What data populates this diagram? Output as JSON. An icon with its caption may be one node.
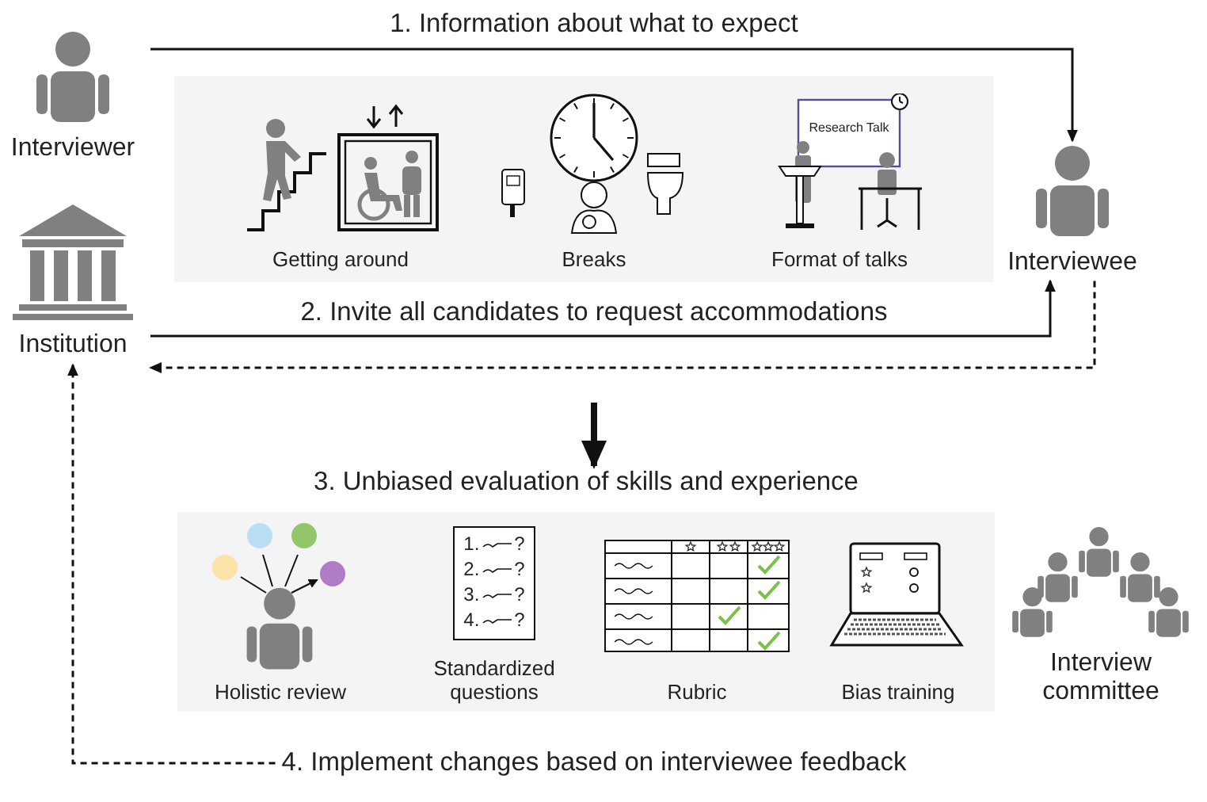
{
  "diagram": {
    "nodes": [
      {
        "text": [
          "Interviewer"
        ]
      },
      {
        "text": [
          "Institution"
        ]
      },
      {
        "text": [
          "Interviewee"
        ]
      },
      {
        "text": [
          "Interview committee"
        ]
      },
      {
        "text": [],
        "shape": "box"
      },
      {
        "text": [
          "Getting around"
        ],
        "in": 4
      },
      {
        "text": [
          "Breaks"
        ],
        "in": 4
      },
      {
        "text": [
          "Format of talks"
        ],
        "in": 4
      },
      {
        "text": [
          "3. Unbiased evaluation of skills and experience"
        ]
      },
      {
        "text": [
          "Holistic review"
        ],
        "in": 8
      },
      {
        "text": [
          "Standardized questions"
        ],
        "in": 8
      },
      {
        "text": [
          "Rubric"
        ],
        "in": 8
      },
      {
        "text": [
          "Bias training"
        ],
        "in": 8
      },
      {
        "text": [
          "4. Implement changes based on interviewee feedback"
        ]
      }
    ],
    "edges": [
      {
        "from": 0,
        "to": 2,
        "arrow": "to",
        "label": "1. Information about what to expect"
      },
      {
        "from": 1,
        "to": 2,
        "arrow": "to",
        "label": "2. Invite all candidates to request accommodations"
      },
      {
        "from": 2,
        "to": 1,
        "arrow": "to",
        "style": "dashed"
      },
      {
        "from": null,
        "to": 8,
        "arrow": "to",
        "style": "thick"
      },
      {
        "from": 13,
        "to": 1,
        "arrow": "to",
        "style": "dashed"
      }
    ],
    "labels": [
      "Research Talk",
      "1.",
      "?",
      "2.",
      "?",
      "3.",
      "?",
      "4.",
      "?"
    ]
  }
}
